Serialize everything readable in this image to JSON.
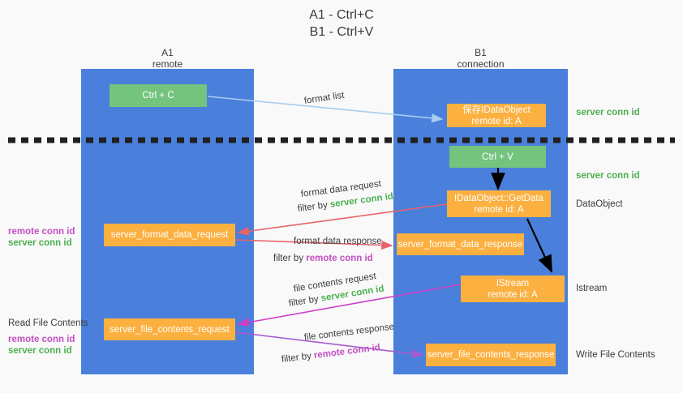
{
  "title": {
    "line1": "A1 - Ctrl+C",
    "line2": "B1 - Ctrl+V"
  },
  "columns": [
    {
      "name": "A1",
      "role": "remote"
    },
    {
      "name": "B1",
      "role": "connection"
    }
  ],
  "boxes": {
    "ctrl_c": {
      "line1": "Ctrl + C",
      "color": "#74c47e"
    },
    "ctrl_v": {
      "line1": "Ctrl + V",
      "color": "#74c47e"
    },
    "save_idataobject": {
      "line1": "保存IDataObject",
      "line2": "remote id: A",
      "color": "#fbb040"
    },
    "getdata": {
      "line1": "IDataObject::GetData",
      "line2": "remote id: A",
      "color": "#fbb040"
    },
    "istream": {
      "line1": "IStream",
      "line2": "remote id: A",
      "color": "#fbb040"
    },
    "server_format_data_request": {
      "line1": "server_format_data_request",
      "color": "#fbb040"
    },
    "server_format_data_response": {
      "line1": "server_format_data_response",
      "color": "#fbb040"
    },
    "server_file_contents_request": {
      "line1": "server_file_contents_request",
      "color": "#fbb040"
    },
    "server_file_contents_response": {
      "line1": "server_file_contents_response",
      "color": "#fbb040"
    }
  },
  "edge_labels": {
    "format_list": "format list",
    "format_data_request": "format data request",
    "format_data_response": "format data response",
    "file_contents_request": "file contents request",
    "file_contents_response": "file contents response",
    "filter_by": "filter by",
    "server_conn_id": "server conn id",
    "remote_conn_id": "remote conn id"
  },
  "right_annotations": [
    {
      "text": "server conn id",
      "kind": "green"
    },
    {
      "text": "server conn id",
      "kind": "green"
    },
    {
      "text": "DataObject",
      "kind": "dark"
    },
    {
      "text": "Istream",
      "kind": "dark"
    },
    {
      "text": "Write File Contents",
      "kind": "dark"
    }
  ],
  "left_annotations": {
    "group1": {
      "remote": "remote conn id",
      "server": "server conn id"
    },
    "read_file_contents": "Read File Contents",
    "group2": {
      "remote": "remote conn id",
      "server": "server conn id"
    }
  },
  "colors": {
    "lane": "#4a80dc",
    "green_box": "#74c47e",
    "orange_box": "#fbb040",
    "green_text": "#4caf50",
    "purple_text": "#c44ec4",
    "arrow_light_blue": "#a8cdef",
    "arrow_red": "#e8636a",
    "arrow_magenta": "#cc3fc6",
    "arrow_purple": "#a65bd0",
    "arrow_black": "#000000",
    "divider": "#202020",
    "background": "#f9f9f9"
  },
  "divider": {
    "style": "dashed",
    "label": ""
  }
}
